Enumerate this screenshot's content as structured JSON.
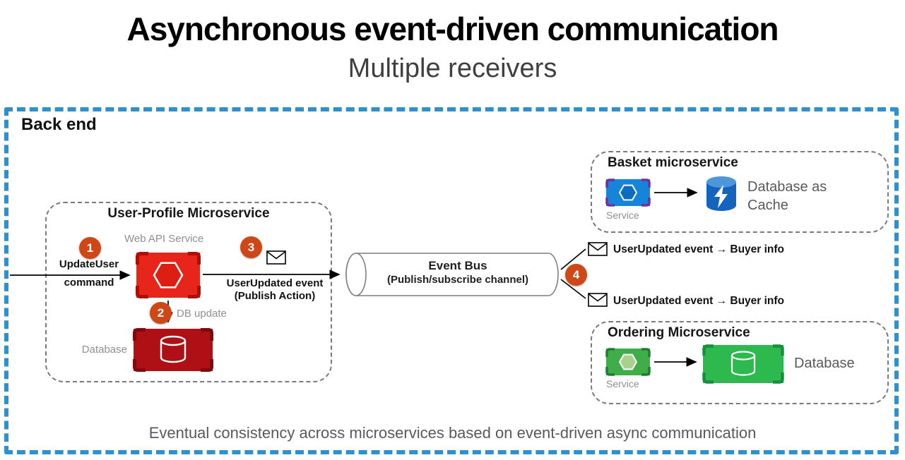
{
  "title": "Asynchronous event-driven communication",
  "subtitle": "Multiple receivers",
  "backend_label": "Back end",
  "footer": "Eventual consistency across microservices based on event-driven async communication",
  "steps": {
    "one": "1",
    "two": "2",
    "three": "3",
    "four": "4"
  },
  "user_profile": {
    "title": "User-Profile Microservice",
    "web_api_label": "Web API Service",
    "command_line1": "UpdateUser",
    "command_line2": "command",
    "db_update_label": "DB update",
    "event_line1": "UserUpdated event",
    "event_line2": "(Publish Action)",
    "database_label": "Database"
  },
  "event_bus": {
    "title": "Event Bus",
    "subtitle": "(Publish/subscribe channel)"
  },
  "messages": [
    {
      "label": "UserUpdated event → Buyer info"
    },
    {
      "label": "UserUpdated event → Buyer info"
    }
  ],
  "basket": {
    "title": "Basket microservice",
    "service_label": "Service",
    "database_label": "Database as Cache"
  },
  "ordering": {
    "title": "Ordering Microservice",
    "service_label": "Service",
    "database_label": "Database"
  },
  "colors": {
    "border_blue": "#2E90CC",
    "badge_orange": "#D04717",
    "service_red": "#E8251B",
    "database_red": "#AF1015",
    "basket_blue": "#1584D9",
    "cache_blue": "#1464BE",
    "ordering_green": "#3FAE49",
    "database_green": "#2DB94D"
  }
}
